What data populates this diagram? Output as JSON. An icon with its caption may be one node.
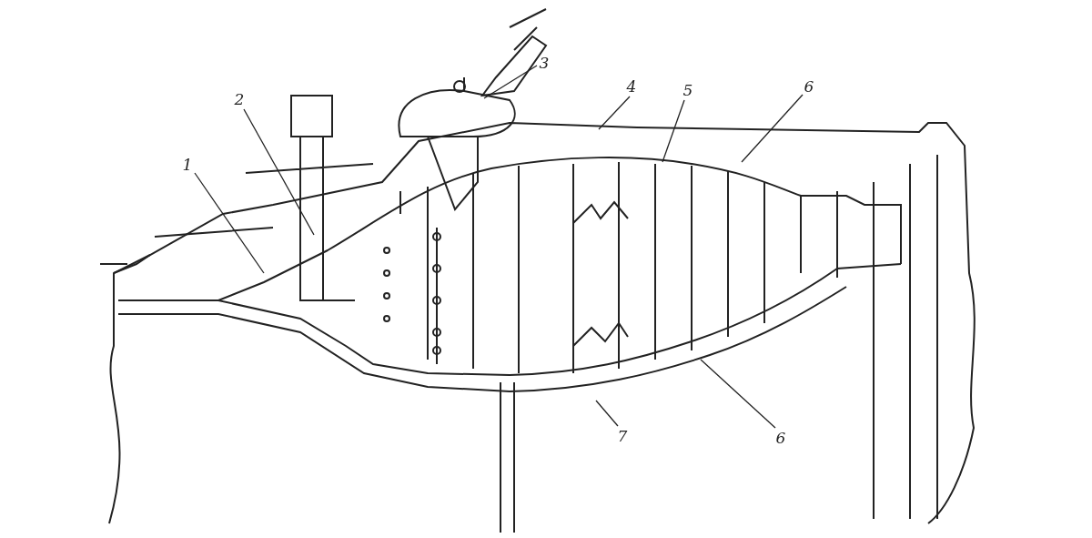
{
  "diagram": {
    "nodes": [
      {
        "text": [
          "1"
        ]
      },
      {
        "text": [
          "2"
        ]
      },
      {
        "text": [
          "3"
        ]
      },
      {
        "text": [
          "4"
        ]
      },
      {
        "text": [
          "5"
        ]
      },
      {
        "text": [
          "6"
        ]
      },
      {
        "text": [
          "7"
        ]
      },
      {
        "text": [
          "6"
        ]
      }
    ],
    "edges": [
      {
        "from": 0,
        "to": null,
        "arrow": "none"
      },
      {
        "from": 1,
        "to": null,
        "arrow": "none"
      },
      {
        "from": 2,
        "to": null,
        "arrow": "none"
      },
      {
        "from": 3,
        "to": null,
        "arrow": "none"
      },
      {
        "from": 4,
        "to": null,
        "arrow": "none"
      },
      {
        "from": 5,
        "to": null,
        "arrow": "none"
      },
      {
        "from": 6,
        "to": null,
        "arrow": "none"
      },
      {
        "from": 7,
        "to": null,
        "arrow": "none"
      }
    ]
  }
}
